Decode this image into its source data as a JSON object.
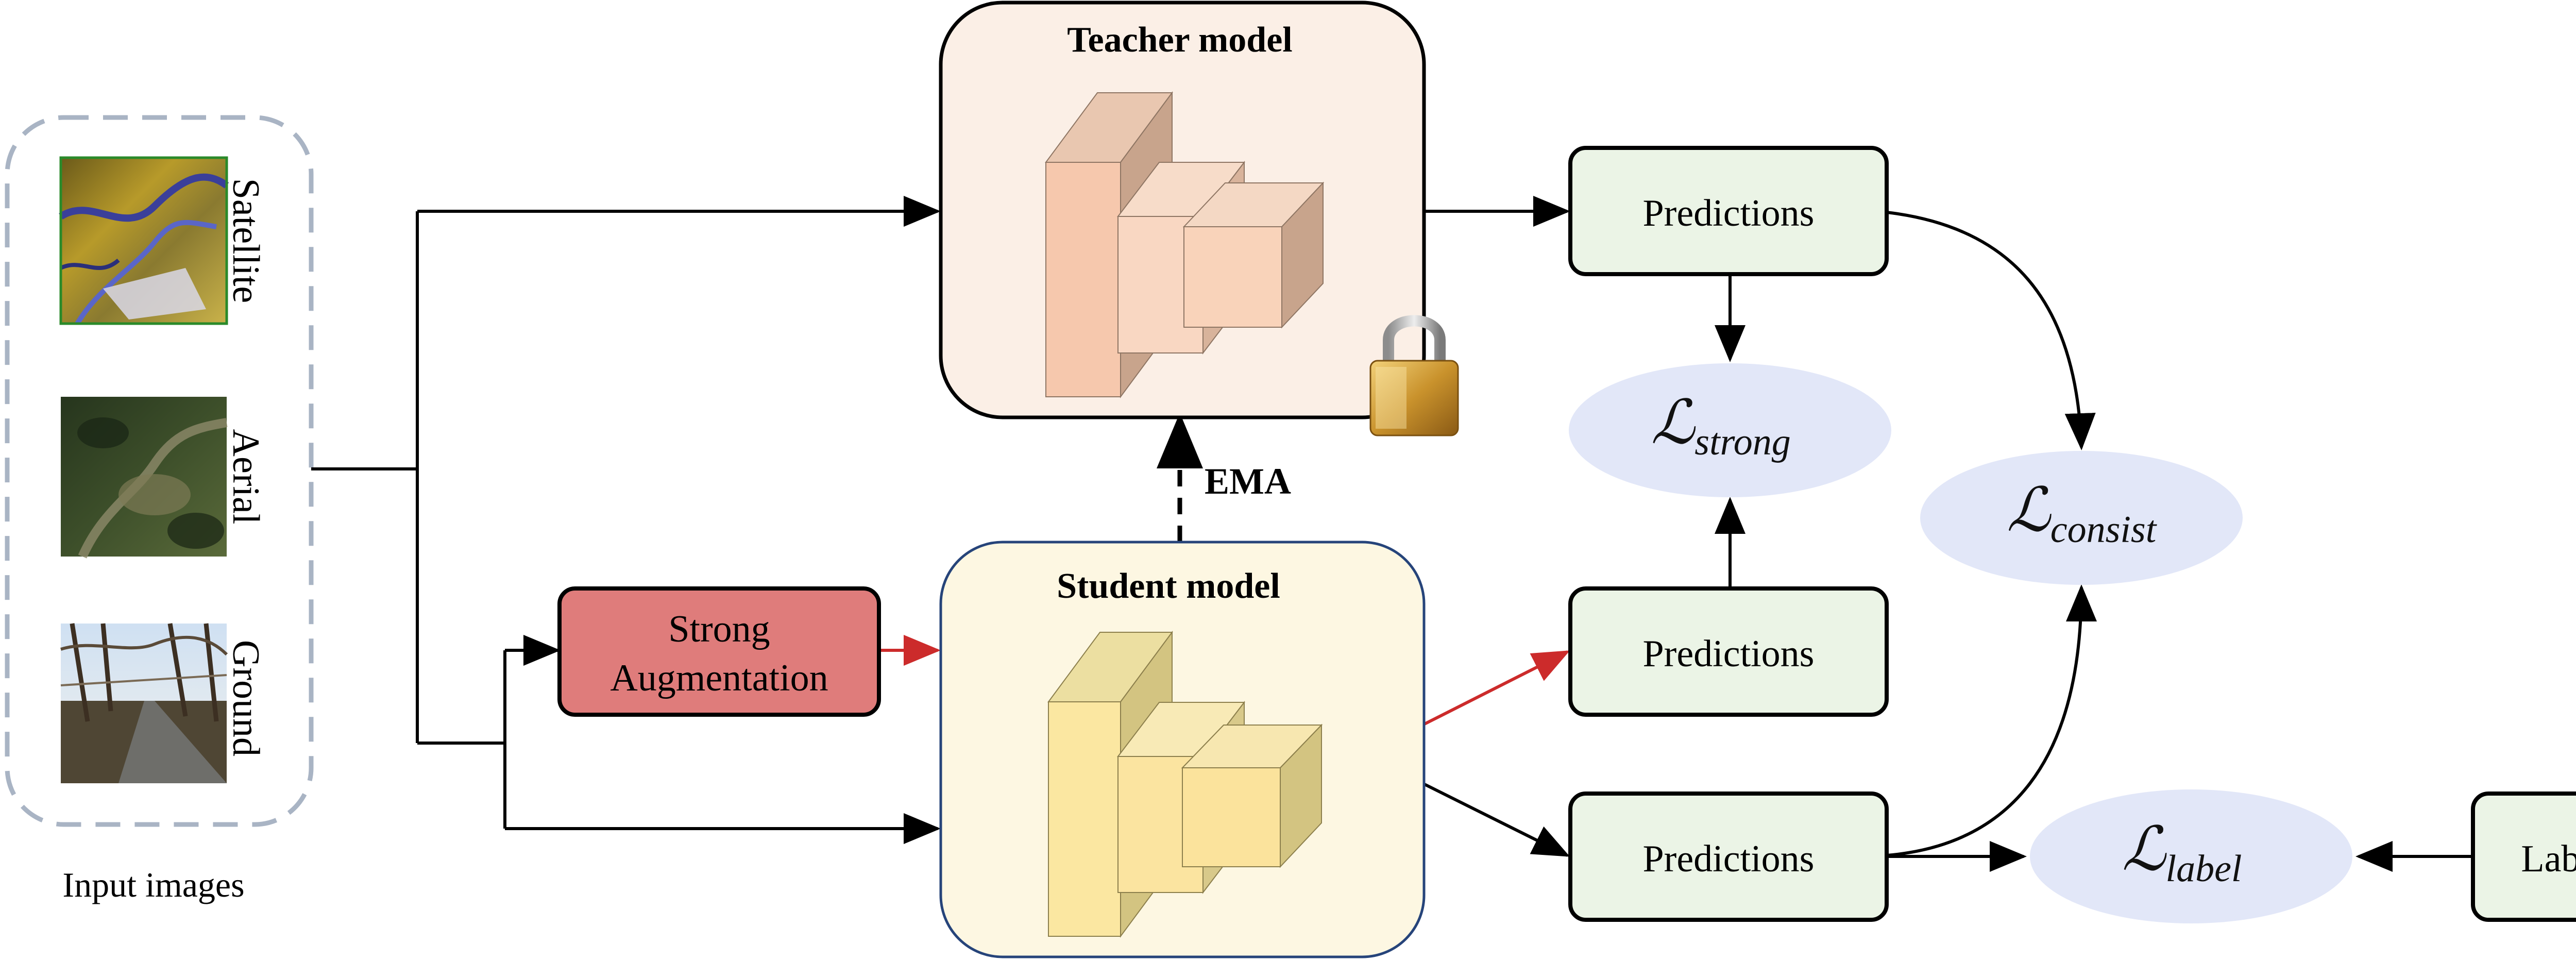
{
  "input_panel": {
    "caption": "Input images",
    "images": [
      {
        "label": "Satellite"
      },
      {
        "label": "Aerial"
      },
      {
        "label": "Ground"
      }
    ]
  },
  "augmentation": {
    "line1": "Strong",
    "line2": "Augmentation"
  },
  "teacher": {
    "title": "Teacher model"
  },
  "student": {
    "title": "Student model"
  },
  "ema_label": "EMA",
  "predictions": [
    {
      "label": "Predictions"
    },
    {
      "label": "Predictions"
    },
    {
      "label": "Predictions"
    }
  ],
  "labels_box": {
    "label": "Labels"
  },
  "losses": {
    "strong": {
      "symbol": "ℒ",
      "subscript": "strong"
    },
    "consist": {
      "symbol": "ℒ",
      "subscript": "consist"
    },
    "label": {
      "symbol": "ℒ",
      "subscript": "label"
    }
  },
  "colors": {
    "teacher_fill": "#fbefe6",
    "student_fill": "#fdf7e2",
    "augmentation_fill": "#df7c7b",
    "prediction_fill": "#ebf4e6",
    "loss_fill": "#e2e7f8",
    "red_arrow": "#cc2b2b",
    "dashed_border": "#a9b4c4"
  }
}
